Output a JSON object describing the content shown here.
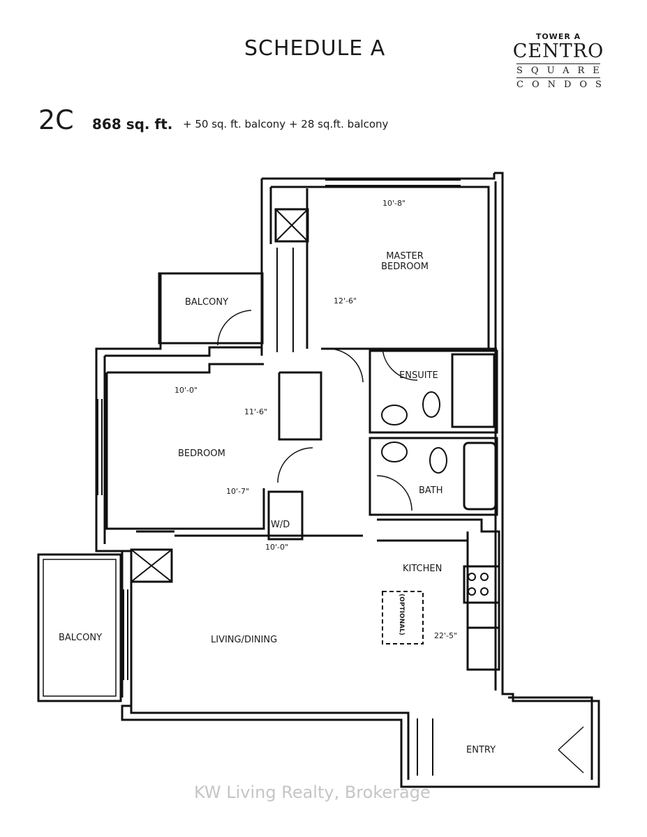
{
  "header": {
    "schedule_title": "SCHEDULE A",
    "unit_name": "2C",
    "interior_area": "868 sq. ft.",
    "balcony_areas": "+ 50 sq. ft. balcony + 28 sq.ft. balcony"
  },
  "logo": {
    "line1": "TOWER A",
    "line2": "CENTRO",
    "line3": "SQUARE",
    "line4": "CONDOS"
  },
  "rooms": {
    "master_bedroom": "MASTER BEDROOM",
    "balcony_upper": "BALCONY",
    "ensuite": "ENSUITE",
    "bedroom": "BEDROOM",
    "bath": "BATH",
    "wd": "W/D",
    "kitchen": "KITCHEN",
    "optional": "(OPTIONAL)",
    "balcony_lower": "BALCONY",
    "living_dining": "LIVING/DINING",
    "entry": "ENTRY"
  },
  "dimensions": {
    "master_width": "10'-8\"",
    "master_length": "12'-6\"",
    "bedroom_width": "10'-0\"",
    "bedroom_length": "11'-6\"",
    "bedroom_width_bottom": "10'-7\"",
    "living_width": "10'-0\"",
    "kitchen_length": "22'-5\""
  },
  "watermark": "KW Living Realty, Brokerage"
}
